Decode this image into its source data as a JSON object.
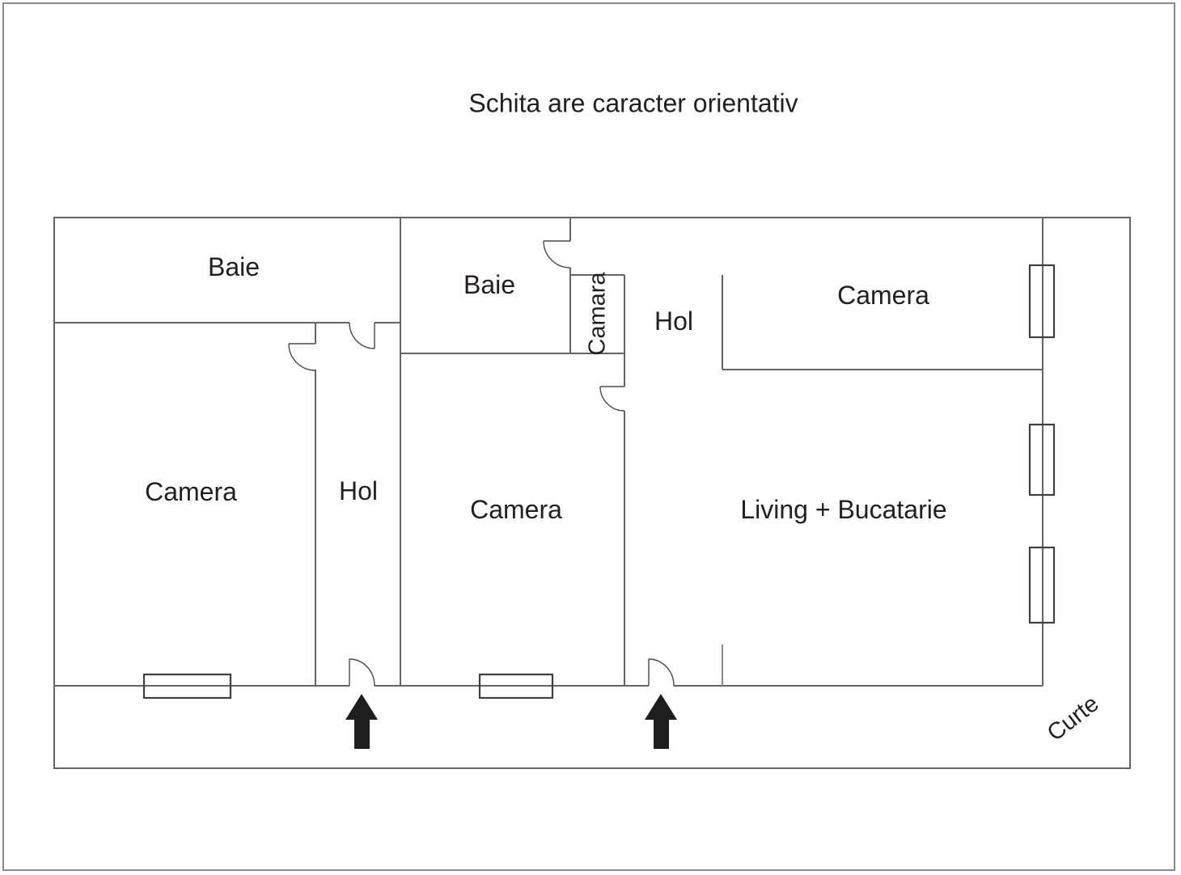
{
  "title": "Schita are caracter orientativ",
  "floor_plan": {
    "rooms": [
      {
        "id": "baie-left",
        "label": "Baie"
      },
      {
        "id": "camera-left",
        "label": "Camera"
      },
      {
        "id": "hol-left",
        "label": "Hol"
      },
      {
        "id": "baie-middle",
        "label": "Baie"
      },
      {
        "id": "camara",
        "label": "Camara"
      },
      {
        "id": "camera-middle",
        "label": "Camera"
      },
      {
        "id": "hol-right",
        "label": "Hol"
      },
      {
        "id": "camera-top-right",
        "label": "Camera"
      },
      {
        "id": "living-bucatarie",
        "label": "Living + Bucatarie"
      },
      {
        "id": "curte",
        "label": "Curte"
      }
    ],
    "icons": {
      "entrance_arrow": "up-arrow-icon",
      "door": "door-swing-arc-icon",
      "window": "window-symbol-icon"
    },
    "colors": {
      "background": "#ffffff",
      "wall": "#636466",
      "door": "#4a4a4a",
      "window": "#3f3f3f",
      "text": "#231f20",
      "arrow": "#1e1e1e",
      "frame": "#8a8a8a"
    }
  }
}
